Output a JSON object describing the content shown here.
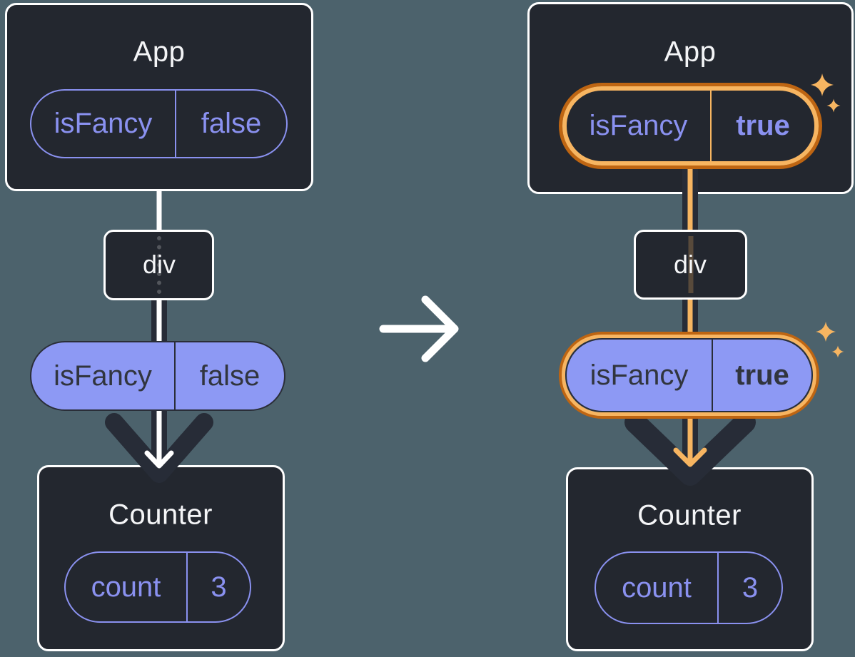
{
  "colors": {
    "bg": "#4C626C",
    "card": "#23272F",
    "white": "#FFFFFF",
    "title": "#F4F5F7",
    "purple": "#8A91F0",
    "purple_fill": "#8D99F4",
    "ink": "#31353E",
    "ink_border": "#2A2E38",
    "dark": "#272C37",
    "orange": "#F7B561",
    "orange_dark": "#BE6512"
  },
  "left": {
    "app": {
      "title": "App",
      "prop_name": "isFancy",
      "prop_value": "false"
    },
    "container": {
      "label": "div"
    },
    "passed_prop": {
      "name": "isFancy",
      "value": "false"
    },
    "counter": {
      "title": "Counter",
      "state_name": "count",
      "state_value": "3"
    }
  },
  "right": {
    "app": {
      "title": "App",
      "prop_name": "isFancy",
      "prop_value": "true"
    },
    "container": {
      "label": "div"
    },
    "passed_prop": {
      "name": "isFancy",
      "value": "true"
    },
    "counter": {
      "title": "Counter",
      "state_name": "count",
      "state_value": "3"
    }
  },
  "icons": {
    "transition": "right-arrow-icon",
    "highlight": "sparkle-icon",
    "prop_flow": "down-arrow-icon"
  }
}
